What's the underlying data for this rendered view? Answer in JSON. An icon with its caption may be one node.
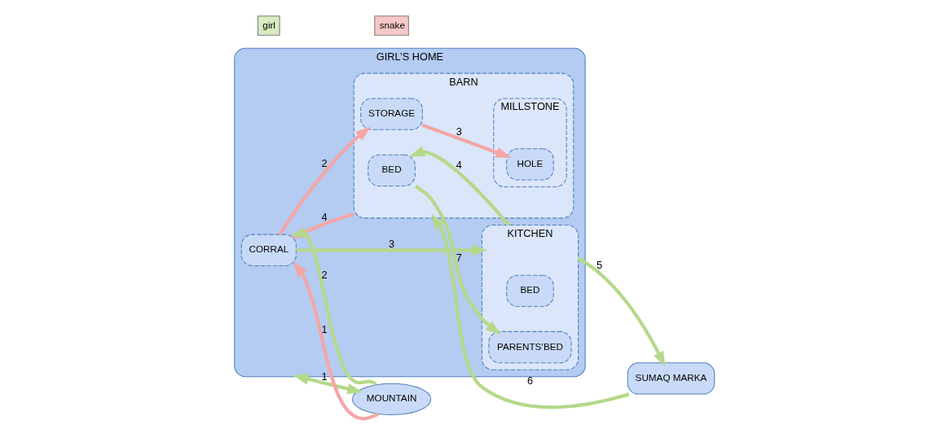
{
  "diagram": {
    "nodes": [
      {
        "text": [
          "GIRL’S HOME"
        ]
      },
      {
        "text": [
          "CORRAL"
        ],
        "in": 0
      },
      {
        "text": [
          "BARN"
        ],
        "in": 0
      },
      {
        "text": [
          "STORAGE"
        ],
        "in": 2
      },
      {
        "text": [
          "MILLSTONE"
        ],
        "in": 2
      },
      {
        "text": [
          "HOLE"
        ],
        "in": 4
      },
      {
        "text": [
          "BED"
        ],
        "in": 2
      },
      {
        "text": [
          "KITCHEN"
        ],
        "in": 0
      },
      {
        "text": [
          "BED"
        ],
        "in": 7
      },
      {
        "text": [
          "PARENTS’BED"
        ],
        "in": 7
      },
      {
        "text": [
          "MOUNTAIN"
        ]
      },
      {
        "text": [
          "SUMAQ MARKA"
        ]
      }
    ],
    "edges": [
      {
        "from": 0,
        "to": 10,
        "arrow": "both",
        "label": "1"
      },
      {
        "from": 10,
        "to": 1,
        "arrow": "to",
        "label": "2"
      },
      {
        "from": 10,
        "to": 1,
        "arrow": "to",
        "label": "1",
        "color": "#f4a6a6"
      },
      {
        "from": 1,
        "to": 7,
        "arrow": "to",
        "label": "3"
      },
      {
        "from": 1,
        "to": 3,
        "arrow": "to",
        "label": "2",
        "color": "#f4a6a6"
      },
      {
        "from": 2,
        "to": 1,
        "arrow": "to",
        "label": "4",
        "color": "#f4a6a6"
      },
      {
        "from": 3,
        "to": 5,
        "arrow": "to",
        "label": "3",
        "color": "#f4a6a6"
      },
      {
        "from": 7,
        "to": 6,
        "arrow": "to",
        "label": "4"
      },
      {
        "from": 6,
        "to": 9,
        "arrow": "to",
        "label": "7"
      },
      {
        "from": 7,
        "to": 11,
        "arrow": "to",
        "label": "5"
      },
      {
        "from": 11,
        "to": 2,
        "arrow": "to",
        "label": "6"
      }
    ],
    "legend": [
      {
        "text": "girl",
        "color": "#d8ecc0"
      },
      {
        "text": "snake",
        "color": "#f8c8c8"
      }
    ]
  }
}
